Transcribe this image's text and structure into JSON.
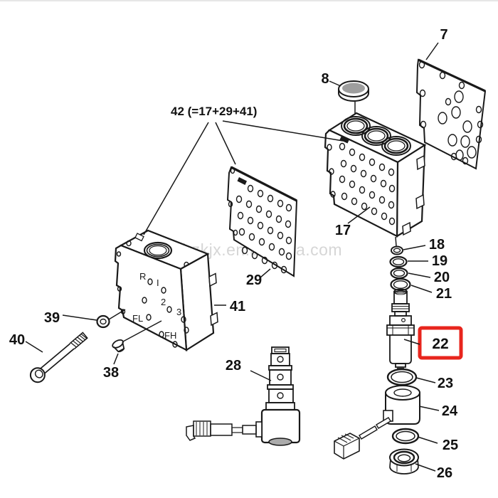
{
  "diagram": {
    "type": "exploded-parts-diagram",
    "watermark": "nbzkjx.en.alibaba.com",
    "assembly_label": "42 (=17+29+41)",
    "highlight": {
      "part": "22",
      "color": "#e8251d"
    },
    "part_labels": {
      "p7": "7",
      "p8": "8",
      "p17": "17",
      "p18": "18",
      "p19": "19",
      "p20": "20",
      "p21": "21",
      "p22": "22",
      "p23": "23",
      "p24": "24",
      "p25": "25",
      "p26": "26",
      "p28": "28",
      "p29": "29",
      "p38": "38",
      "p39": "39",
      "p40": "40",
      "p41": "41"
    },
    "valve_body_markings": {
      "r": "R",
      "i": "I",
      "two": "2",
      "three": "3",
      "fl": "FL",
      "fh": "FH"
    }
  }
}
